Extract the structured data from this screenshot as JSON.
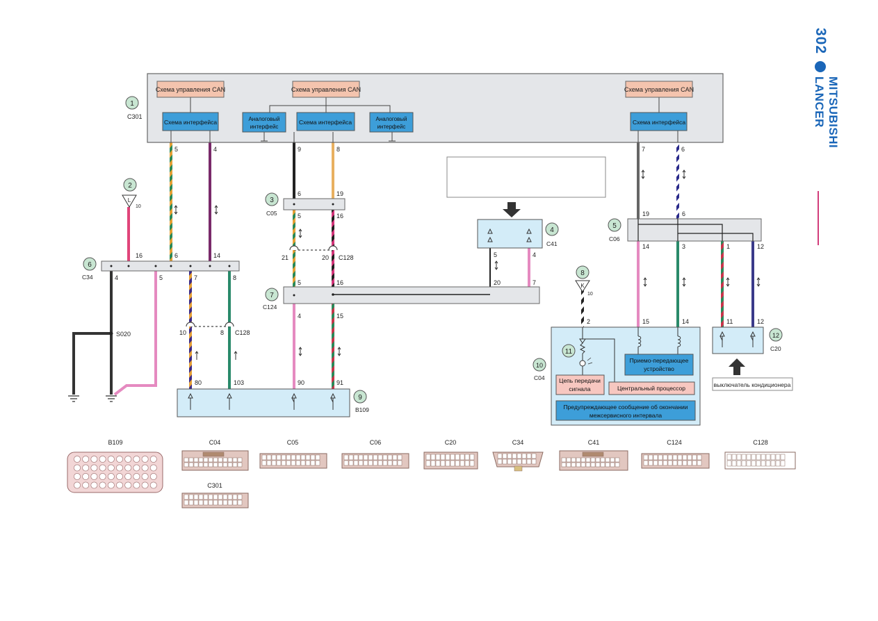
{
  "page": {
    "number": "302",
    "running_title": "MITSUBISHI LANCER"
  },
  "modules": {
    "c301": {
      "number": "1",
      "code": "C301",
      "blocks": {
        "can1": "Схема управления CAN",
        "can2": "Схема управления CAN",
        "can3": "Схема управления CAN",
        "iface1": "Схема интерфейса",
        "iface2": "Схема интерфейса",
        "iface3": "Схема интерфейса",
        "analog1": [
          "Аналоговый",
          "интерфейс"
        ],
        "analog2": [
          "Аналоговый",
          "интерфейс"
        ]
      },
      "pins": [
        "5",
        "4",
        "9",
        "8",
        "7",
        "6"
      ]
    },
    "ground_l": {
      "number": "2",
      "letter": "L",
      "pin": "10"
    },
    "c05": {
      "number": "3",
      "code": "C05",
      "pins_top": [
        "6",
        "19"
      ],
      "pins_bottom": [
        "5",
        "16"
      ]
    },
    "c41": {
      "number": "4",
      "code": "C41",
      "pins": [
        "5",
        "4"
      ]
    },
    "c06": {
      "number": "5",
      "code": "C06",
      "pins_top": [
        "19",
        "6"
      ],
      "pins_bottom": [
        "14",
        "3",
        "1",
        "12"
      ]
    },
    "c34": {
      "number": "6",
      "code": "C34",
      "pins_top": [
        "16",
        "6",
        "14"
      ],
      "pins_bottom": [
        "4",
        "5",
        "7",
        "8"
      ]
    },
    "c124": {
      "number": "7",
      "code": "C124",
      "pins_top": [
        "5",
        "16",
        "20",
        "7"
      ],
      "pins_bottom": [
        "4",
        "15"
      ]
    },
    "ground_k": {
      "number": "8",
      "letter": "K",
      "pin": "10"
    },
    "b109": {
      "number": "9",
      "code": "B109",
      "pins": [
        "80",
        "103",
        "90",
        "91"
      ]
    },
    "c04": {
      "number": "10",
      "code": "C04",
      "pins": [
        "2",
        "15",
        "14"
      ],
      "blocks": {
        "transceiver": [
          "Приемо-передающее",
          "устройство"
        ],
        "signal": [
          "Цепь передачи",
          "сигнала"
        ],
        "cpu": "Центральный процессор",
        "warning": [
          "Предупреждающее сообщение об окончании",
          "межсервисного интервала"
        ]
      }
    },
    "indicator": {
      "number": "11"
    },
    "c20": {
      "number": "12",
      "code": "C20",
      "pins": [
        "11",
        "12"
      ]
    },
    "c128_a": {
      "code": "C128",
      "pins": [
        "21",
        "20"
      ]
    },
    "c128_b": {
      "code": "C128",
      "pins": [
        "10",
        "8"
      ]
    },
    "s020": {
      "code": "S020"
    },
    "ac_switch": {
      "label": "выключатель кондиционера"
    }
  },
  "connectors": {
    "b109": "B109",
    "c04": "C04",
    "c05": "C05",
    "c06": "C06",
    "c20": "C20",
    "c34": "C34",
    "c41": "C41",
    "c124": "C124",
    "c128": "C128",
    "c301": "C301"
  },
  "colors": {
    "module_fill": "#e4e6e9",
    "module_stroke": "#666666",
    "can_block": "#f4c4ae",
    "iface_block": "#3d9ed9",
    "light_blue": "#d3ecf8",
    "pink_block": "#f7c7c0",
    "sidebar_blue": "#1a66b8",
    "sidebar_pink": "#d23c7a"
  }
}
